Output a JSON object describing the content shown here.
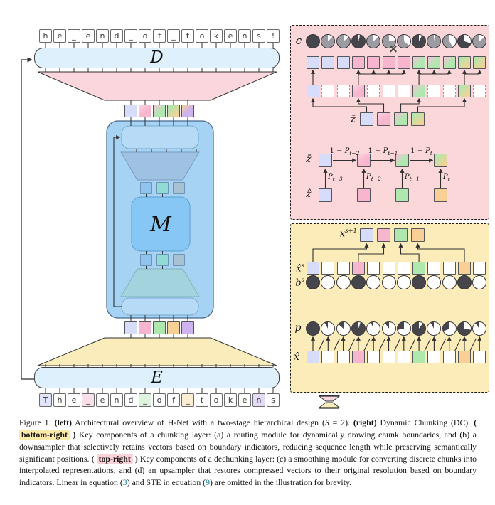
{
  "palette": {
    "chunk_blue": "#d6dcfa",
    "chunk_pink": "#f8b6ce",
    "chunk_green": "#aee8ae",
    "chunk_orange": "#f8cf94",
    "chunk_purple": "#cfb2f0",
    "token_blue": "#e0e5fb",
    "token_pink": "#fbdfeb",
    "token_green": "#def4de",
    "token_orange": "#fdeed3",
    "token_purple": "#e5dbf8",
    "panel_pink": "#fbd7da",
    "panel_yellow": "#fbecb9",
    "trap_pink": "#fbd6dc",
    "trap_yellow": "#fbedbb",
    "block_blue": "#def0fc",
    "outer_net": "#a6d2f3",
    "inner_net": "#86c7f5",
    "inner_rect": "#b7dbf7",
    "inner_trap_down": "#9dbede",
    "inner_trap_up": "#a3d3da",
    "inner_sq_blue": "#8ec4ee",
    "inner_sq_teal": "#8edcd4",
    "inner_sq_gray": "#a8c2d4",
    "pie_dark": "#45454b",
    "pie_gray": "#9b9ba1",
    "highlight_yellow": "#fde9a8",
    "highlight_pink": "#fbd3d8",
    "link": "#1f7f99"
  },
  "figure": {
    "left": {
      "decoder_label": "D",
      "encoder_label": "E",
      "main_label": "M",
      "top_tokens": [
        "h",
        "e",
        "_",
        "e",
        "n",
        "d",
        "_",
        "o",
        "f",
        "_",
        "t",
        "o",
        "k",
        "e",
        "n",
        "s",
        "!"
      ],
      "bottom_tokens": [
        {
          "ch": "T",
          "tint": "token_blue"
        },
        {
          "ch": "h"
        },
        {
          "ch": "e"
        },
        {
          "ch": "_",
          "tint": "token_pink"
        },
        {
          "ch": "e"
        },
        {
          "ch": "n"
        },
        {
          "ch": "d"
        },
        {
          "ch": "_",
          "tint": "token_green"
        },
        {
          "ch": "o"
        },
        {
          "ch": "f"
        },
        {
          "ch": "_",
          "tint": "token_orange"
        },
        {
          "ch": "t"
        },
        {
          "ch": "o"
        },
        {
          "ch": "k"
        },
        {
          "ch": "e"
        },
        {
          "ch": "n",
          "tint": "token_purple"
        },
        {
          "ch": "s"
        }
      ],
      "chunks_top": [
        "blue",
        "pinkgrad",
        "greengrad",
        "orangegrad",
        "purplegrad"
      ],
      "chunks_bottom": [
        "blue",
        "pink",
        "green",
        "orange",
        "purple"
      ],
      "inner_squares": [
        "inner_sq_blue",
        "inner_sq_teal",
        "inner_sq_gray"
      ]
    },
    "right_top": {
      "c_label": "c",
      "times": "×",
      "c_pies": [
        {
          "v": 1,
          "dark": true
        },
        {
          "v": 0.87,
          "dark": false
        },
        {
          "v": 0.85,
          "dark": false
        },
        {
          "v": 0.96,
          "dark": true
        },
        {
          "v": 0.86,
          "dark": false
        },
        {
          "v": 0.78,
          "dark": false
        },
        {
          "v": 0.64,
          "dark": false
        },
        {
          "v": 0.92,
          "dark": true
        },
        {
          "v": 0.97,
          "dark": false
        },
        {
          "v": 0.58,
          "dark": false
        },
        {
          "v": 0.7,
          "dark": true
        },
        {
          "v": 0.86,
          "dark": false
        }
      ],
      "upsampled": [
        "blue",
        "blue",
        "blue",
        "pink",
        "pink",
        "pink",
        "pink",
        "greengrad",
        "greengrad",
        "greengrad",
        "orangegrad",
        "orangegrad"
      ],
      "expanded": [
        {
          "i": 0,
          "color": "blue"
        },
        {
          "i": 3,
          "color": "pinkgrad"
        },
        {
          "i": 7,
          "color": "greengrad"
        },
        {
          "i": 10,
          "color": "orangegrad"
        }
      ],
      "fans": [
        {
          "src": 0,
          "dst": [
            0
          ]
        },
        {
          "src": 3,
          "dst": [
            3,
            4,
            5,
            6
          ]
        },
        {
          "src": 7,
          "dst": [
            7,
            8,
            9
          ]
        },
        {
          "src": 10,
          "dst": [
            10,
            11
          ]
        }
      ],
      "zbar_label": "z̄",
      "zbar": [
        "blue",
        "pinkgrad",
        "greengrad",
        "orangegrad"
      ],
      "ema": {
        "zbar_label": "z̄",
        "zhat_label": "ẑ",
        "zbar": [
          "blue",
          "pinkgrad",
          "greengrad",
          "orangegrad"
        ],
        "zhat": [
          "blue",
          "pink",
          "green",
          "orange"
        ],
        "h_labels": [
          {
            "pre": "1 − ",
            "base": "P",
            "sub": "t−2"
          },
          {
            "pre": "1 − ",
            "base": "P",
            "sub": "t−1"
          },
          {
            "pre": "1 − ",
            "base": "P",
            "sub": "t"
          }
        ],
        "v_labels": [
          {
            "base": "P",
            "sub": "t−3"
          },
          {
            "base": "P",
            "sub": "t−2"
          },
          {
            "base": "P",
            "sub": "t−1"
          },
          {
            "base": "P",
            "sub": "t"
          }
        ]
      }
    },
    "right_bottom": {
      "xs1_label": {
        "base": "x",
        "sup": "s+1"
      },
      "xs1": [
        "blue",
        "pink",
        "green",
        "orange"
      ],
      "xhs_label": {
        "base": "x̂",
        "sup": "s"
      },
      "xhs": [
        "blue",
        "white",
        "white",
        "pink",
        "white",
        "white",
        "white",
        "green",
        "white",
        "white",
        "orange",
        "white"
      ],
      "bs_label": {
        "base": "b",
        "sup": "s"
      },
      "bs": [
        1,
        0,
        0,
        1,
        0,
        0,
        0,
        1,
        0,
        0,
        1,
        0
      ],
      "p_label": "p",
      "p_pies": [
        1,
        0.08,
        0.14,
        0.95,
        0.06,
        0.1,
        0.28,
        0.9,
        0.08,
        0.32,
        0.72,
        0.1
      ],
      "xhat_label": "x̂",
      "xhat": [
        "blue",
        "white",
        "white",
        "pink",
        "white",
        "white",
        "white",
        "green",
        "white",
        "white",
        "orange",
        "white"
      ],
      "selected": [
        0,
        3,
        7,
        10
      ]
    }
  },
  "caption": {
    "segments": [
      {
        "t": "Figure 1: "
      },
      {
        "t": "(left)",
        "b": true
      },
      {
        "t": " Architectural overview of H-Net with a two-stage hierarchical design ("
      },
      {
        "t": "S",
        "i": true
      },
      {
        "t": " = 2). "
      },
      {
        "t": "(right)",
        "b": true
      },
      {
        "t": " Dynamic Chunking (DC). "
      },
      {
        "t": "( ",
        "b": true
      },
      {
        "t": "bottom-right",
        "b": true,
        "hl": "yellow"
      },
      {
        "t": " )",
        "b": true
      },
      {
        "t": " Key components of a chunking layer: (a) a routing module for dynamically drawing chunk boundaries, and (b) a downsampler that selectively retains vectors based on boundary indicators, reducing sequence length while preserving semantically significant positions. "
      },
      {
        "t": "( ",
        "b": true
      },
      {
        "t": "top-right",
        "b": true,
        "hl": "pink"
      },
      {
        "t": " )",
        "b": true
      },
      {
        "t": " Key components of a dechunking layer: (c) a smoothing module for converting discrete chunks into interpolated representations, and (d) an upsampler that restores compressed vectors to their original resolution based on boundary indicators. Linear in equation ("
      },
      {
        "t": "3",
        "link": true
      },
      {
        "t": ") and STE in equation ("
      },
      {
        "t": "9",
        "link": true
      },
      {
        "t": ") are omitted in the illustration for brevity."
      }
    ]
  }
}
